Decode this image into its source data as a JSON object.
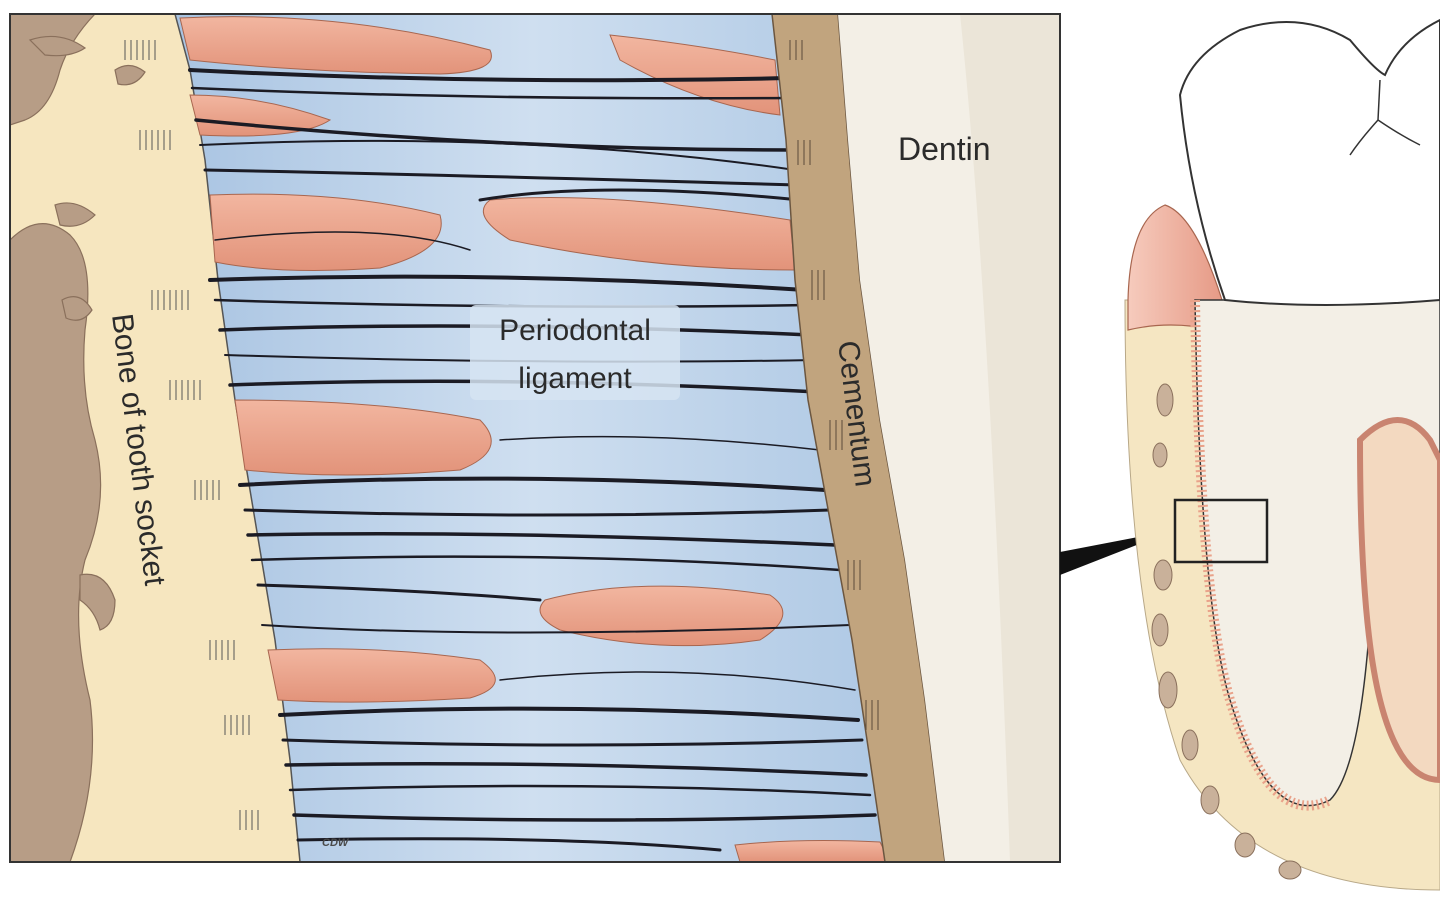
{
  "labels": {
    "dentin": "Dentin",
    "periodontal_line1": "Periodontal",
    "periodontal_line2": "ligament",
    "cementum": "Cementum",
    "bone": "Bone of tooth socket",
    "credit": "CDW"
  },
  "colors": {
    "bone": "#f6e6bf",
    "bone_cavity": "#b79d86",
    "ligament": "#bcd3ea",
    "fiber": "#1b1b24",
    "vessel": "#e9a28a",
    "cementum": "#c1a47e",
    "dentin": "#f3efe6",
    "gum": "#eda897",
    "outline": "#333333"
  }
}
